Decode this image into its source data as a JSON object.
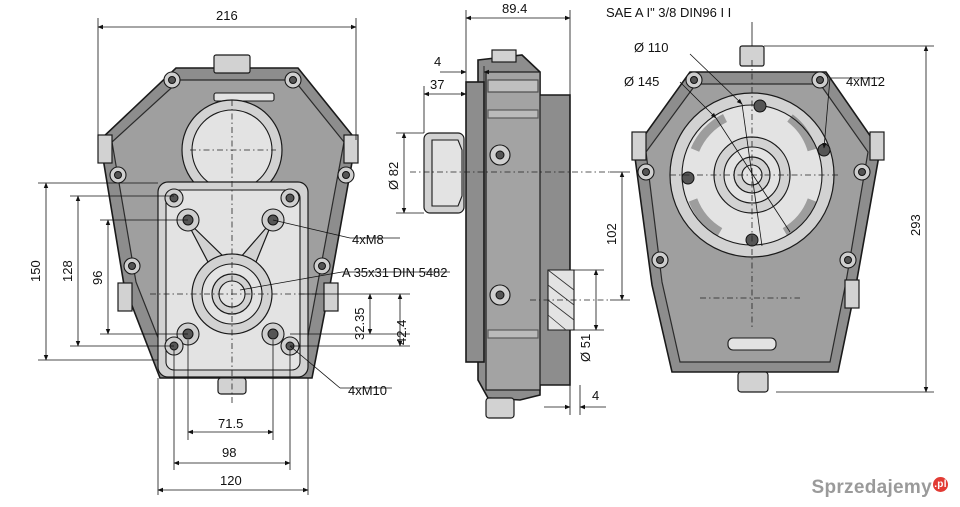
{
  "front_view": {
    "width": "216",
    "height_150": "150",
    "height_128": "128",
    "height_96": "96",
    "bolt_top": "4xM8",
    "shaft": "A 35x31 DIN 5482",
    "offset_3235": "32.35",
    "offset_424": "42.4",
    "bolt_bottom": "4xM10",
    "width_715": "71.5",
    "width_98": "98",
    "width_120": "120"
  },
  "side_view": {
    "depth": "89.4",
    "flange_4": "4",
    "flange_37": "37",
    "dia_82": "Ø 82",
    "dist_102": "102",
    "dia_51": "Ø 51",
    "gap_4": "4"
  },
  "rear_view": {
    "sae": "SAE A I\"  3/8 DIN96 I I",
    "dia_110": "Ø 110",
    "dia_145": "Ø 145",
    "bolts": "4xM12",
    "height": "293"
  },
  "watermark": {
    "text": "Sprzedajemy",
    "badge": ".pl"
  }
}
